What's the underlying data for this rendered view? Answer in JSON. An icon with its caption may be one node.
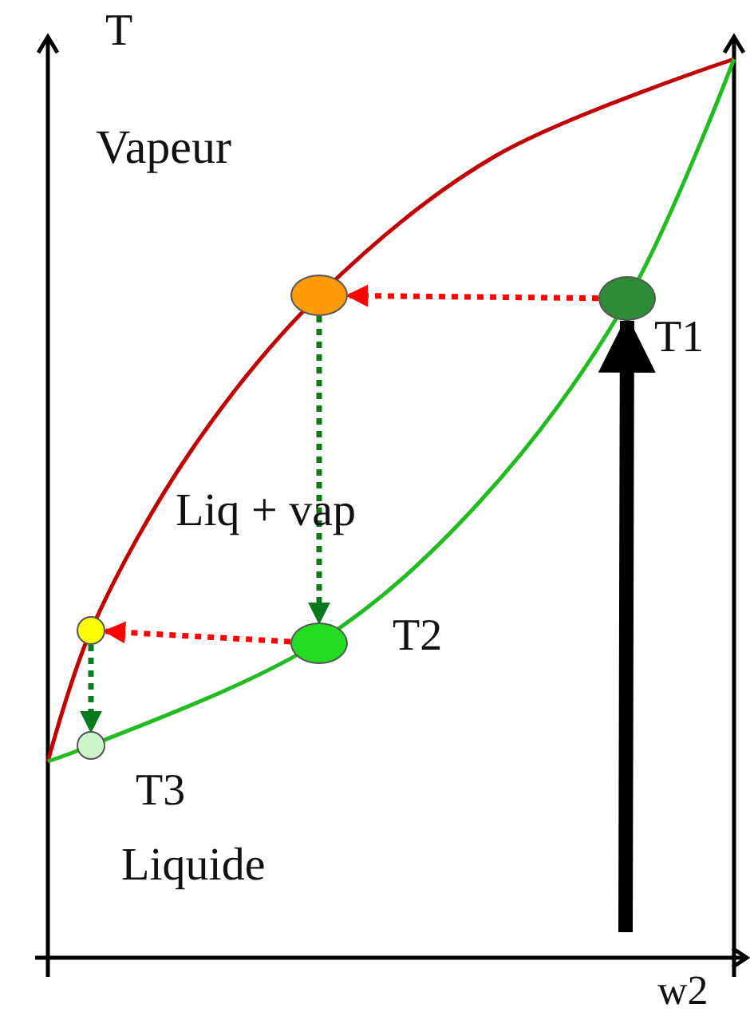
{
  "diagram": {
    "nodes": [
      {
        "text": [],
        "shape": "circle",
        "beside": [
          "T1"
        ]
      },
      {
        "text": [],
        "shape": "circle"
      },
      {
        "text": [],
        "shape": "circle",
        "beside": [
          "T2"
        ]
      },
      {
        "text": [],
        "shape": "circle"
      },
      {
        "text": [],
        "shape": "circle",
        "beside": [
          "T3"
        ]
      }
    ],
    "edges": [
      {
        "from": 0,
        "to": 1,
        "arrow": "to",
        "style": "dashed",
        "color": "#ff0000"
      },
      {
        "from": 1,
        "to": 2,
        "arrow": "to",
        "style": "dashed",
        "color": "#0a7a1e"
      },
      {
        "from": 2,
        "to": 3,
        "arrow": "to",
        "style": "dashed",
        "color": "#ff0000"
      },
      {
        "from": 3,
        "to": 4,
        "arrow": "to",
        "style": "dashed",
        "color": "#0a7a1e"
      },
      {
        "from": null,
        "to": 0,
        "arrow": "to",
        "style": "thick",
        "color": "#000000"
      }
    ],
    "labels": [
      "T",
      "Vapeur",
      "Liq + vap",
      "Liquide",
      "w2"
    ]
  }
}
